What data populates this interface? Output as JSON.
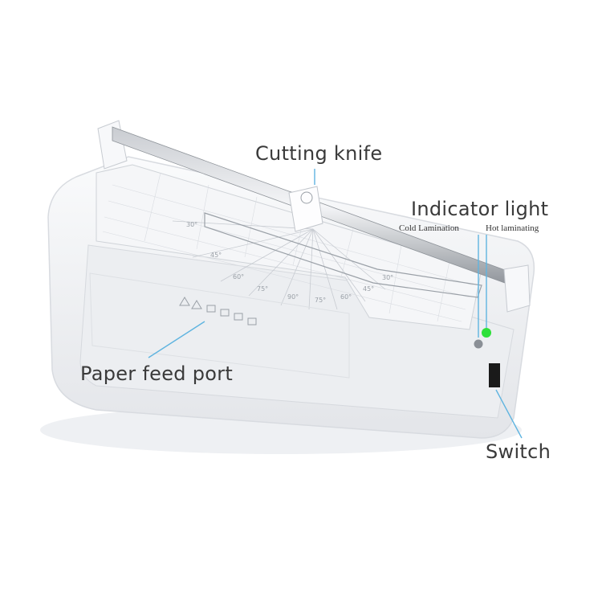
{
  "labels": {
    "cutting_knife": "Cutting knife",
    "indicator_light": "Indicator light",
    "cold_lamination": "Cold Lamination",
    "hot_laminating": "Hot laminating",
    "paper_feed_port": "Paper feed port",
    "switch": "Switch"
  },
  "angle_marks": [
    "30°",
    "45°",
    "60°",
    "75°",
    "90°",
    "75°",
    "60°",
    "45°",
    "30°"
  ],
  "colors": {
    "leader_line": "#5fb4e0",
    "hot_indicator": "#2ee03a",
    "cold_indicator": "#8a8f96",
    "switch": "#1a1a1a",
    "body": "#f3f4f6"
  }
}
